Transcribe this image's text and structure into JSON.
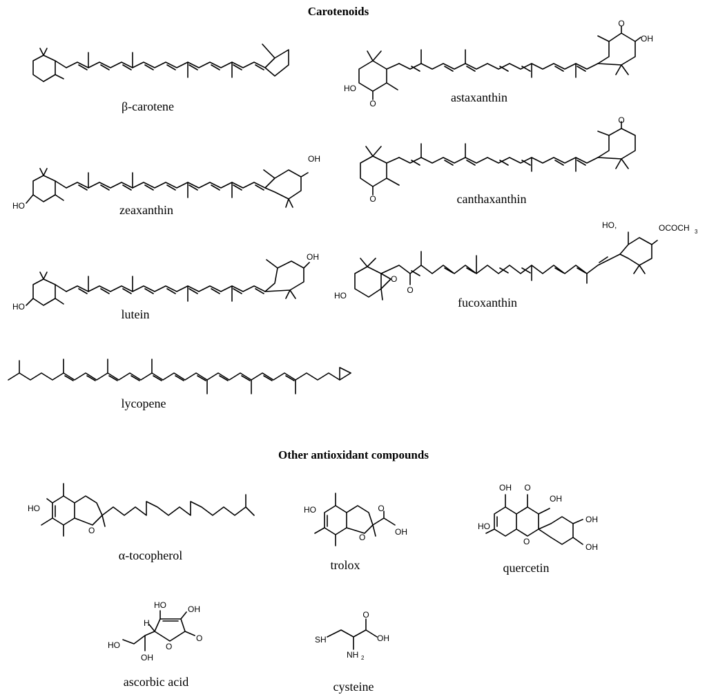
{
  "headings": {
    "carotenoids": "Carotenoids",
    "other": "Other antioxidant compounds"
  },
  "compounds": {
    "beta_carotene": "β-carotene",
    "astaxanthin": "astaxanthin",
    "zeaxanthin": "zeaxanthin",
    "canthaxanthin": "canthaxanthin",
    "lutein": "lutein",
    "fucoxanthin": "fucoxanthin",
    "lycopene": "lycopene",
    "alpha_tocopherol": "α-tocopherol",
    "trolox": "trolox",
    "quercetin": "quercetin",
    "ascorbic_acid": "ascorbic acid",
    "cysteine": "cysteine"
  },
  "atoms": {
    "oh": "OH",
    "ho": "HO",
    "ho_comma": "HO,",
    "o": "O",
    "h": "H",
    "sh": "SH",
    "nh": "NH",
    "sub2": "2",
    "ocooch": "OCOCH",
    "sub3": "3"
  }
}
